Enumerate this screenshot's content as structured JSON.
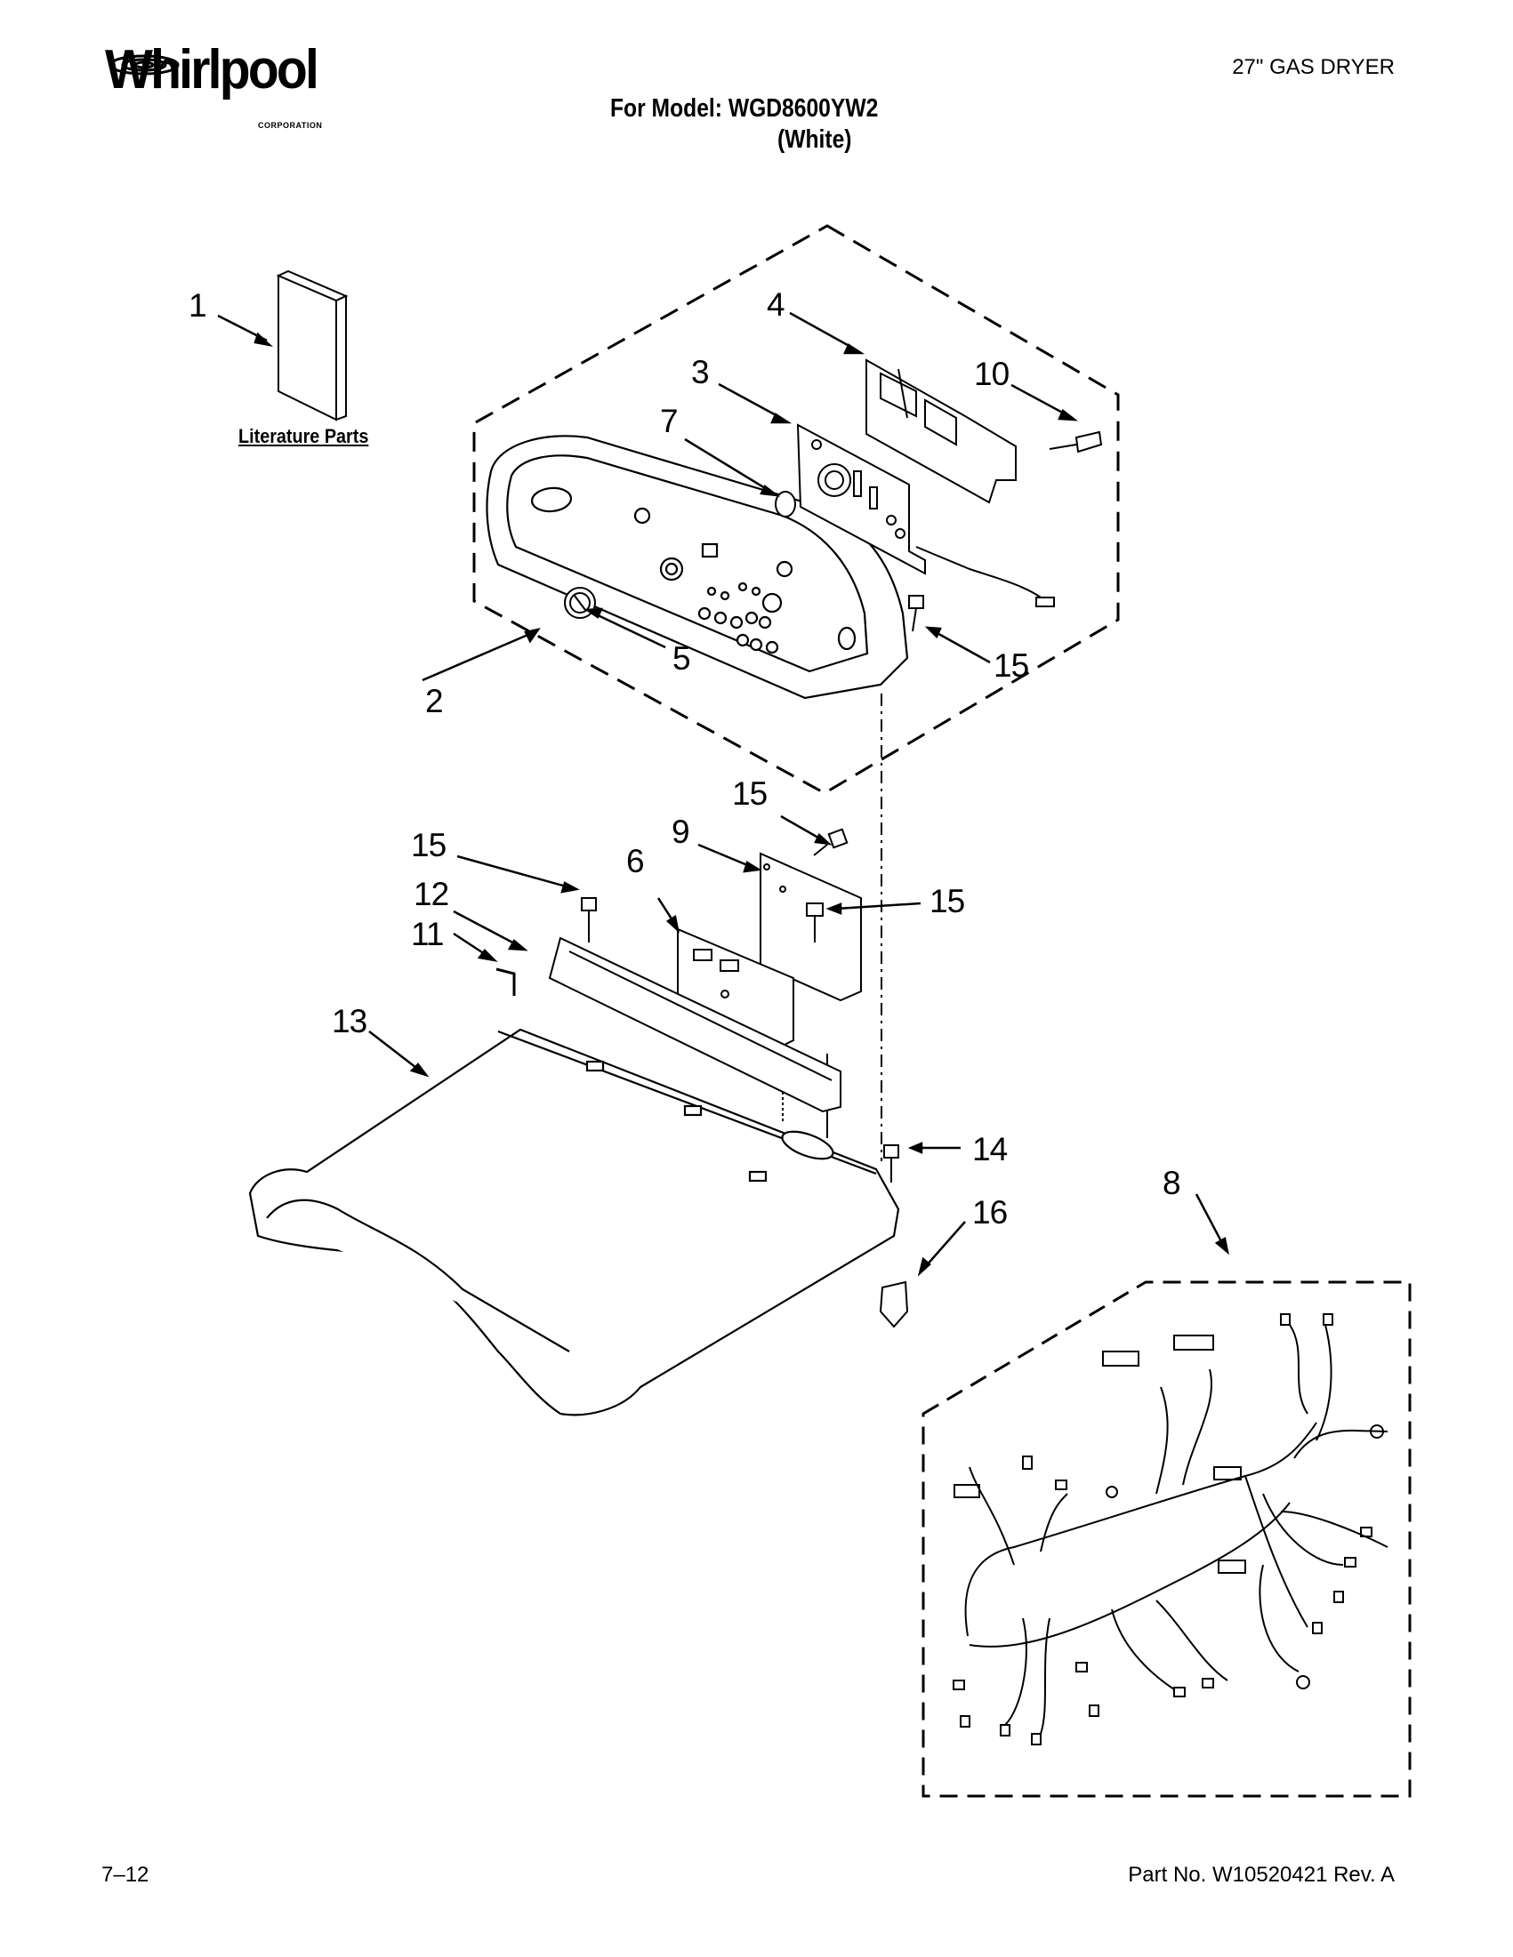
{
  "header": {
    "logo_text": "Whirlpool",
    "logo_subtext": "CORPORATION",
    "product_type": "27\" GAS DRYER",
    "model_line": "For Model: WGD8600YW2",
    "model_color": "(White)"
  },
  "callouts": [
    "1",
    "2",
    "3",
    "4",
    "5",
    "6",
    "7",
    "8",
    "9",
    "10",
    "11",
    "12",
    "13",
    "14",
    "15",
    "16"
  ],
  "literature_label": "Literature Parts",
  "footer": {
    "page_number": "7–12",
    "part_number": "Part No. W10520421 Rev. A"
  }
}
